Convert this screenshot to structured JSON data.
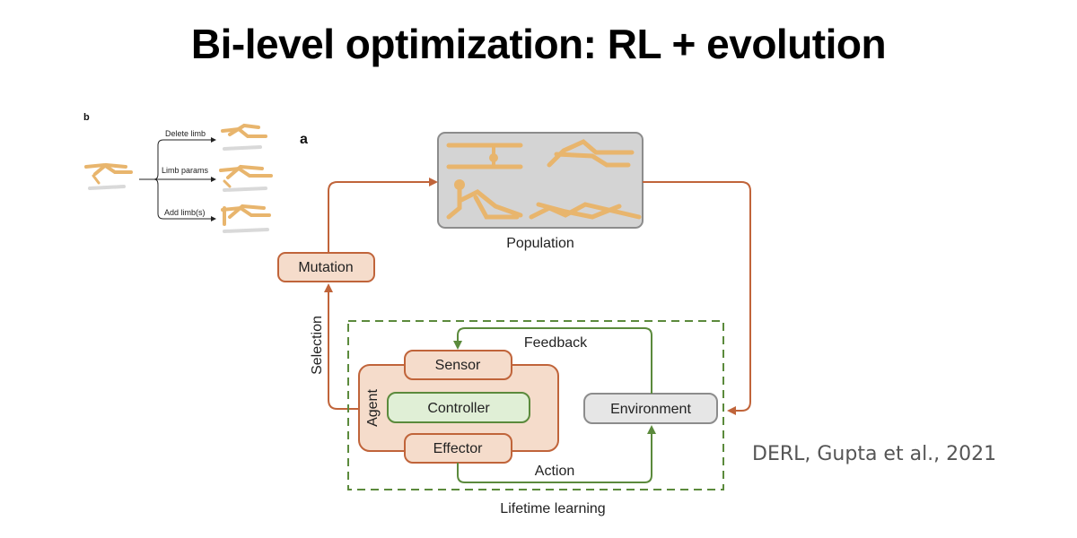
{
  "slide": {
    "title": "Bi-level optimization:  RL + evolution",
    "citation": "DERL, Gupta et al., 2021"
  },
  "panel_b": {
    "label": "b",
    "mutations": [
      "Delete limb",
      "Limb params",
      "Add limb(s)"
    ]
  },
  "panel_a": {
    "label": "a",
    "population_label": "Population",
    "mutation_label": "Mutation",
    "selection_label": "Selection",
    "agent_label": "Agent",
    "sensor_label": "Sensor",
    "controller_label": "Controller",
    "effector_label": "Effector",
    "environment_label": "Environment",
    "feedback_label": "Feedback",
    "action_label": "Action",
    "lifetime_label": "Lifetime learning"
  },
  "colors": {
    "evolution_arrow": "#c0643a",
    "learning_arrow": "#5b8a3c",
    "agent_fill": "#f5dccb",
    "controller_fill": "#e0efd6",
    "environment_fill": "#e6e6e6",
    "population_fill": "#d4d4d4",
    "limb": "#e8b56d"
  }
}
